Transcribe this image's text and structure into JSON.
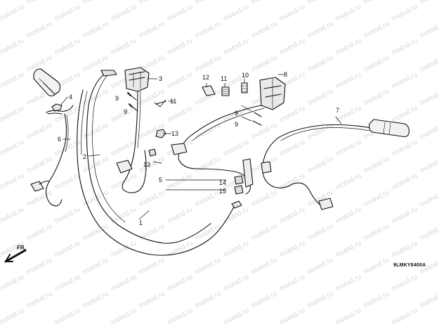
{
  "diagram": {
    "code": "9LMKY8400A",
    "direction_label": "FR.",
    "watermark_text": "motod.ru"
  },
  "callouts": {
    "c1": "1",
    "c2": "2",
    "c3": "3",
    "c4": "4",
    "c5": "5",
    "c6": "6",
    "c7": "7",
    "c8": "8",
    "c9a": "9",
    "c9b": "9",
    "c9c": "9",
    "c9d": "9",
    "c10": "10",
    "c11a": "11",
    "c11b": "11",
    "c12": "12",
    "c13a": "13",
    "c13b": "13",
    "c14": "14",
    "c15": "15"
  },
  "colors": {
    "line": "#111111",
    "watermark": "#d6d6d6",
    "background": "#ffffff"
  }
}
